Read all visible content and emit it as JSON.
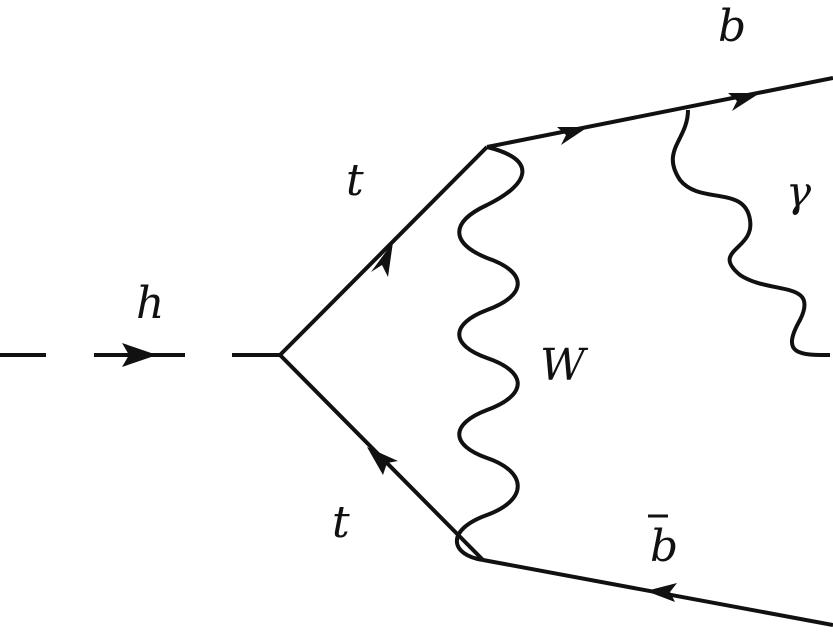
{
  "labels": {
    "higgs": "h",
    "top_upper": "t",
    "top_lower": "t",
    "w_boson": "W",
    "bottom": "b",
    "anti_bottom": "b",
    "photon": "γ"
  },
  "colors": {
    "ink": "#111111",
    "background": "#ffffff"
  }
}
